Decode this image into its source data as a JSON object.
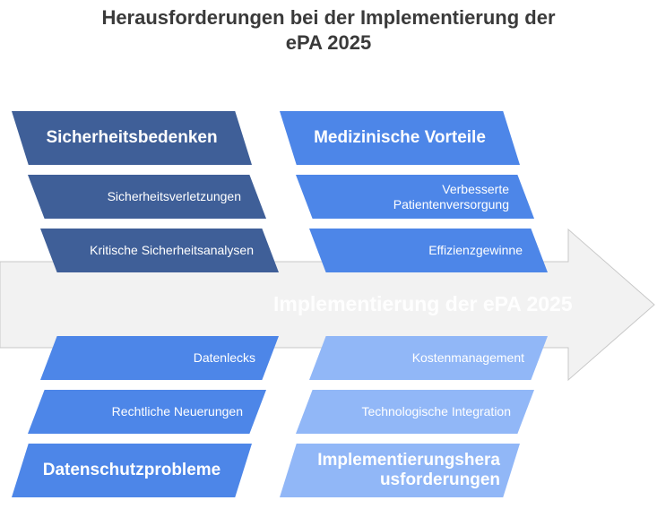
{
  "title_line1": "Herausforderungen bei der Implementierung der",
  "title_line2": "ePA 2025",
  "spine_label": "Implementierung der ePA 2025",
  "colors": {
    "dark_blue": "#3f5f98",
    "mid_blue": "#4d86e8",
    "light_blue": "#91b7f7",
    "arrow_fill": "#f2f2f2",
    "arrow_stroke": "#c8c8c8"
  },
  "categories": {
    "security": {
      "label": "Sicherheitsbedenken",
      "items": [
        "Sicherheitsverletzungen",
        "Kritische Sicherheitsanalysen"
      ]
    },
    "benefits": {
      "label": "Medizinische Vorteile",
      "items": [
        "Verbesserte Patientenversorgung",
        "Effizienzgewinne"
      ]
    },
    "privacy": {
      "label": "Datenschutzprobleme",
      "items": [
        "Datenlecks",
        "Rechtliche Neuerungen"
      ]
    },
    "implementation": {
      "label": "Implementierungsherausforderungen",
      "items": [
        "Kostenmanagement",
        "Technologische Integration"
      ]
    }
  }
}
